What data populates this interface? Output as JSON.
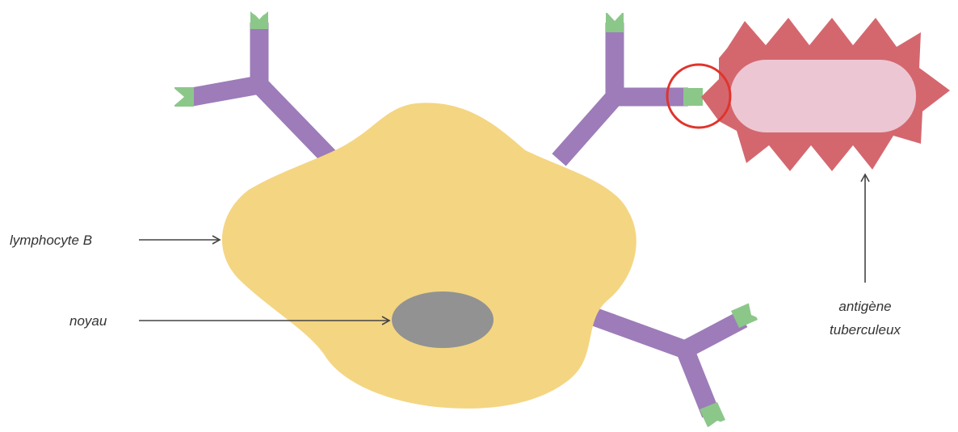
{
  "labels": {
    "lymphocyte": "lymphocyte B",
    "nucleus": "noyau",
    "antigen_line1": "antigène",
    "antigen_line2": "tuberculeux"
  },
  "colors": {
    "cell": "#f4d582",
    "nucleus": "#929292",
    "antibody": "#9d7cb9",
    "binding_site": "#8cc78a",
    "antigen_spiky": "#d4676e",
    "antigen_core": "#ecc7d3",
    "highlight_circle": "#e0342b",
    "arrow": "#444444"
  }
}
